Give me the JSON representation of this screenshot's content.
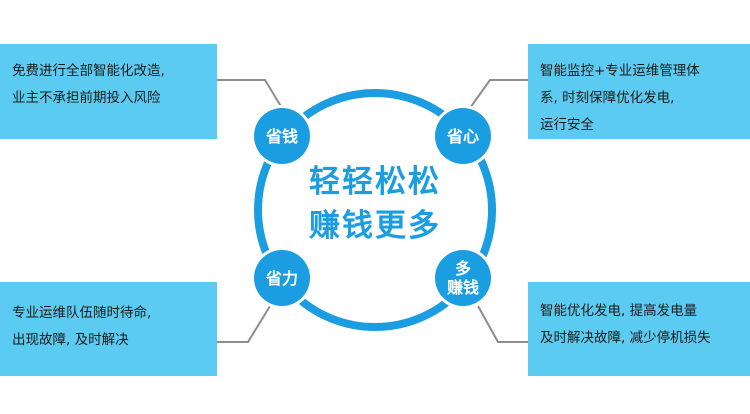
{
  "center": {
    "line1": "轻轻松松",
    "line2": "赚钱更多"
  },
  "badges": {
    "top_left": "省钱",
    "top_right": "省心",
    "bottom_left": "省力",
    "bottom_right_line1": "多",
    "bottom_right_line2": "赚钱"
  },
  "boxes": {
    "top_left": [
      "免费进行全部智能化改造,",
      "业主不承担前期投入风险"
    ],
    "top_right": [
      "智能监控+专业运维管理体",
      "系, 时刻保障优化发电,",
      "运行安全"
    ],
    "bottom_left": [
      "专业运维队伍随时待命,",
      "出现故障, 及时解决"
    ],
    "bottom_right": [
      "智能优化发电, 提高发电量",
      "及时解决故障, 减少停机损失"
    ]
  },
  "colors": {
    "accent": "#1a9de1",
    "box_fill": "#5ccbf2",
    "connector": "#8d8d8d"
  }
}
